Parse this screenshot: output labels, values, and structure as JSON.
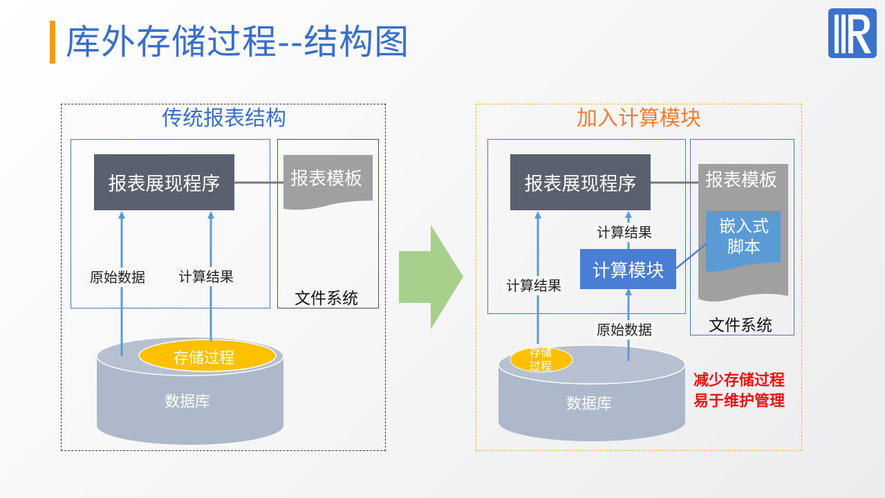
{
  "header": {
    "title": "库外存储过程--结构图",
    "accent_color": "#f39c12",
    "title_color": "#3a6fc8",
    "logo_icon": "r-logo-icon"
  },
  "left_panel": {
    "title": "传统报表结构",
    "title_color": "#3a6fc8",
    "report_program": "报表展现程序",
    "report_template": "报表模板",
    "file_system": "文件系统",
    "arrow_label_raw": "原始数据",
    "arrow_label_result": "计算结果",
    "stored_procedure": "存储过程",
    "database": "数据库"
  },
  "transition_arrow": {
    "icon": "right-arrow-icon",
    "color": "#a8d08d"
  },
  "right_panel": {
    "title": "加入计算模块",
    "title_color": "#ed7d31",
    "report_program": "报表展现程序",
    "report_template": "报表模板",
    "embedded_script_line1": "嵌入式",
    "embedded_script_line2": "脚本",
    "file_system": "文件系统",
    "calc_module": "计算模块",
    "arrow_label_result_top": "计算结果",
    "arrow_label_result_left": "计算结果",
    "arrow_label_raw": "原始数据",
    "stored_procedure_line1": "存储",
    "stored_procedure_line2": "过程",
    "database": "数据库",
    "note_line1": "减少存储过程",
    "note_line2": "易于维护管理",
    "note_color": "#ee1111"
  }
}
